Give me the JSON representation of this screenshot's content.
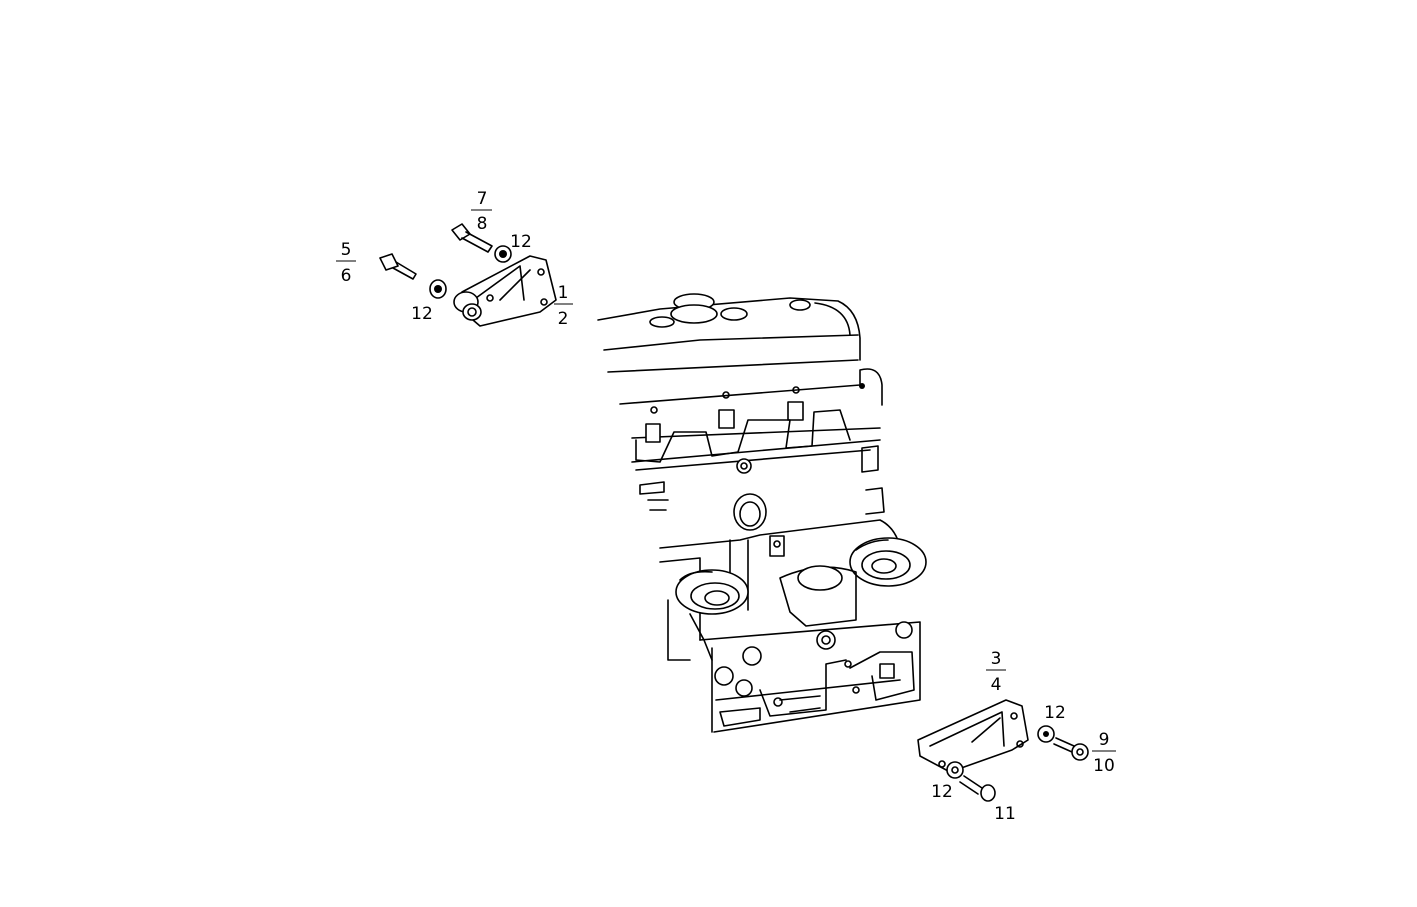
{
  "diagram": {
    "callouts": {
      "c_1_2": {
        "top": "1",
        "bottom": "2"
      },
      "c_3_4": {
        "top": "3",
        "bottom": "4"
      },
      "c_5_6": {
        "top": "5",
        "bottom": "6"
      },
      "c_7_8": {
        "top": "7",
        "bottom": "8"
      },
      "c_9_10": {
        "top": "9",
        "bottom": "10"
      },
      "c_11": "11",
      "c_12_a": "12",
      "c_12_b": "12",
      "c_12_c": "12",
      "c_12_d": "12"
    }
  }
}
